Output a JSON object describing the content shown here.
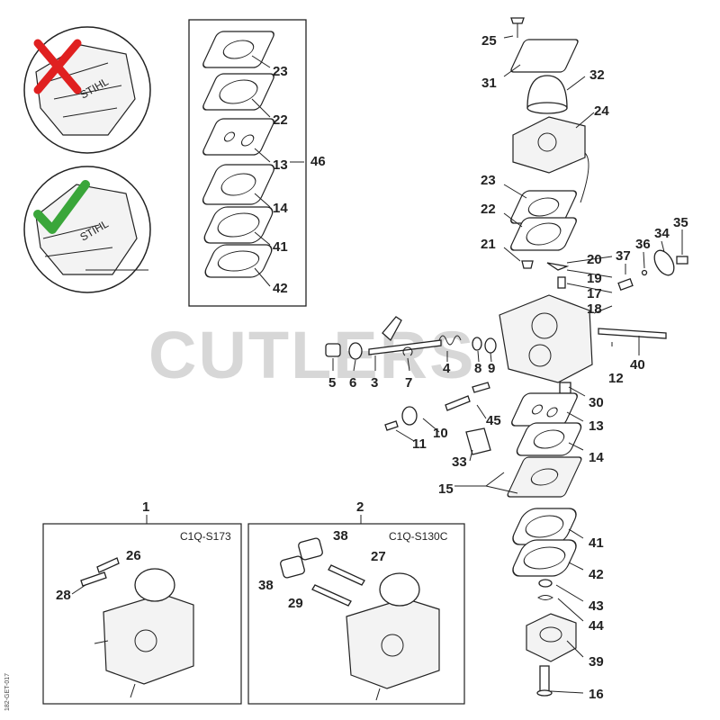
{
  "watermark": "CUTLERS",
  "side_code": "182-GET-017",
  "variants": [
    {
      "callout": "1",
      "model": "C1Q-S173",
      "labels": [
        "26",
        "28"
      ]
    },
    {
      "callout": "2",
      "model": "C1Q-S130C",
      "labels": [
        "38",
        "27",
        "38",
        "29"
      ]
    }
  ],
  "gasket_kit": {
    "callout": "46",
    "labels": [
      "23",
      "22",
      "13",
      "14",
      "41",
      "42"
    ]
  },
  "main_labels": [
    "25",
    "31",
    "32",
    "24",
    "23",
    "22",
    "21",
    "20",
    "19",
    "17",
    "18",
    "37",
    "36",
    "34",
    "35",
    "12",
    "40",
    "5",
    "6",
    "3",
    "7",
    "4",
    "8",
    "9",
    "30",
    "13",
    "14",
    "45",
    "10",
    "11",
    "33",
    "15",
    "41",
    "42",
    "43",
    "44",
    "39",
    "16"
  ],
  "icons": {
    "wrong_mark": "red-cross-icon",
    "correct_mark": "green-check-icon",
    "wrong_color": "#e02020",
    "correct_color": "#3aa63a"
  },
  "engine_brand": "STIHL"
}
